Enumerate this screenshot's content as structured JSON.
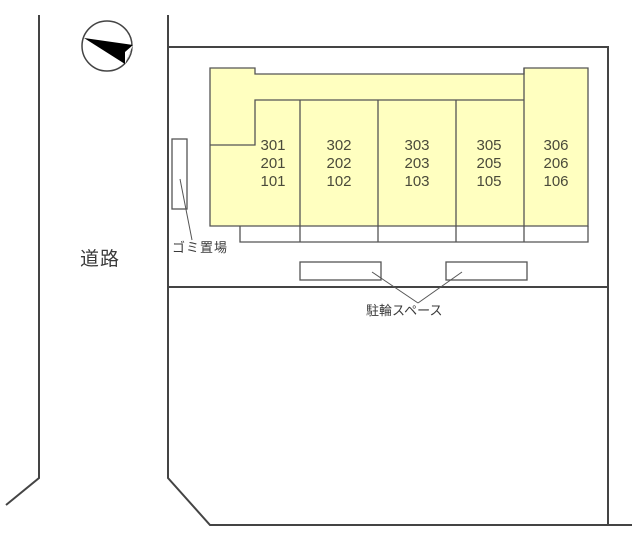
{
  "diagram": {
    "type": "site-plan",
    "colors": {
      "building_fill": "#ffffc0",
      "line": "#444444",
      "background": "#ffffff"
    },
    "compass": {
      "icon": "north-arrow-icon",
      "direction": "pointing left-up (north toward left)"
    },
    "labels": {
      "road": "道路",
      "garbage_area": "ゴミ置場",
      "bicycle_space": "駐輪スペース"
    },
    "units": [
      {
        "floor3": "301",
        "floor2": "201",
        "floor1": "101"
      },
      {
        "floor3": "302",
        "floor2": "202",
        "floor1": "102"
      },
      {
        "floor3": "303",
        "floor2": "203",
        "floor1": "103"
      },
      {
        "floor3": "305",
        "floor2": "205",
        "floor1": "105"
      },
      {
        "floor3": "306",
        "floor2": "206",
        "floor1": "106"
      }
    ]
  }
}
